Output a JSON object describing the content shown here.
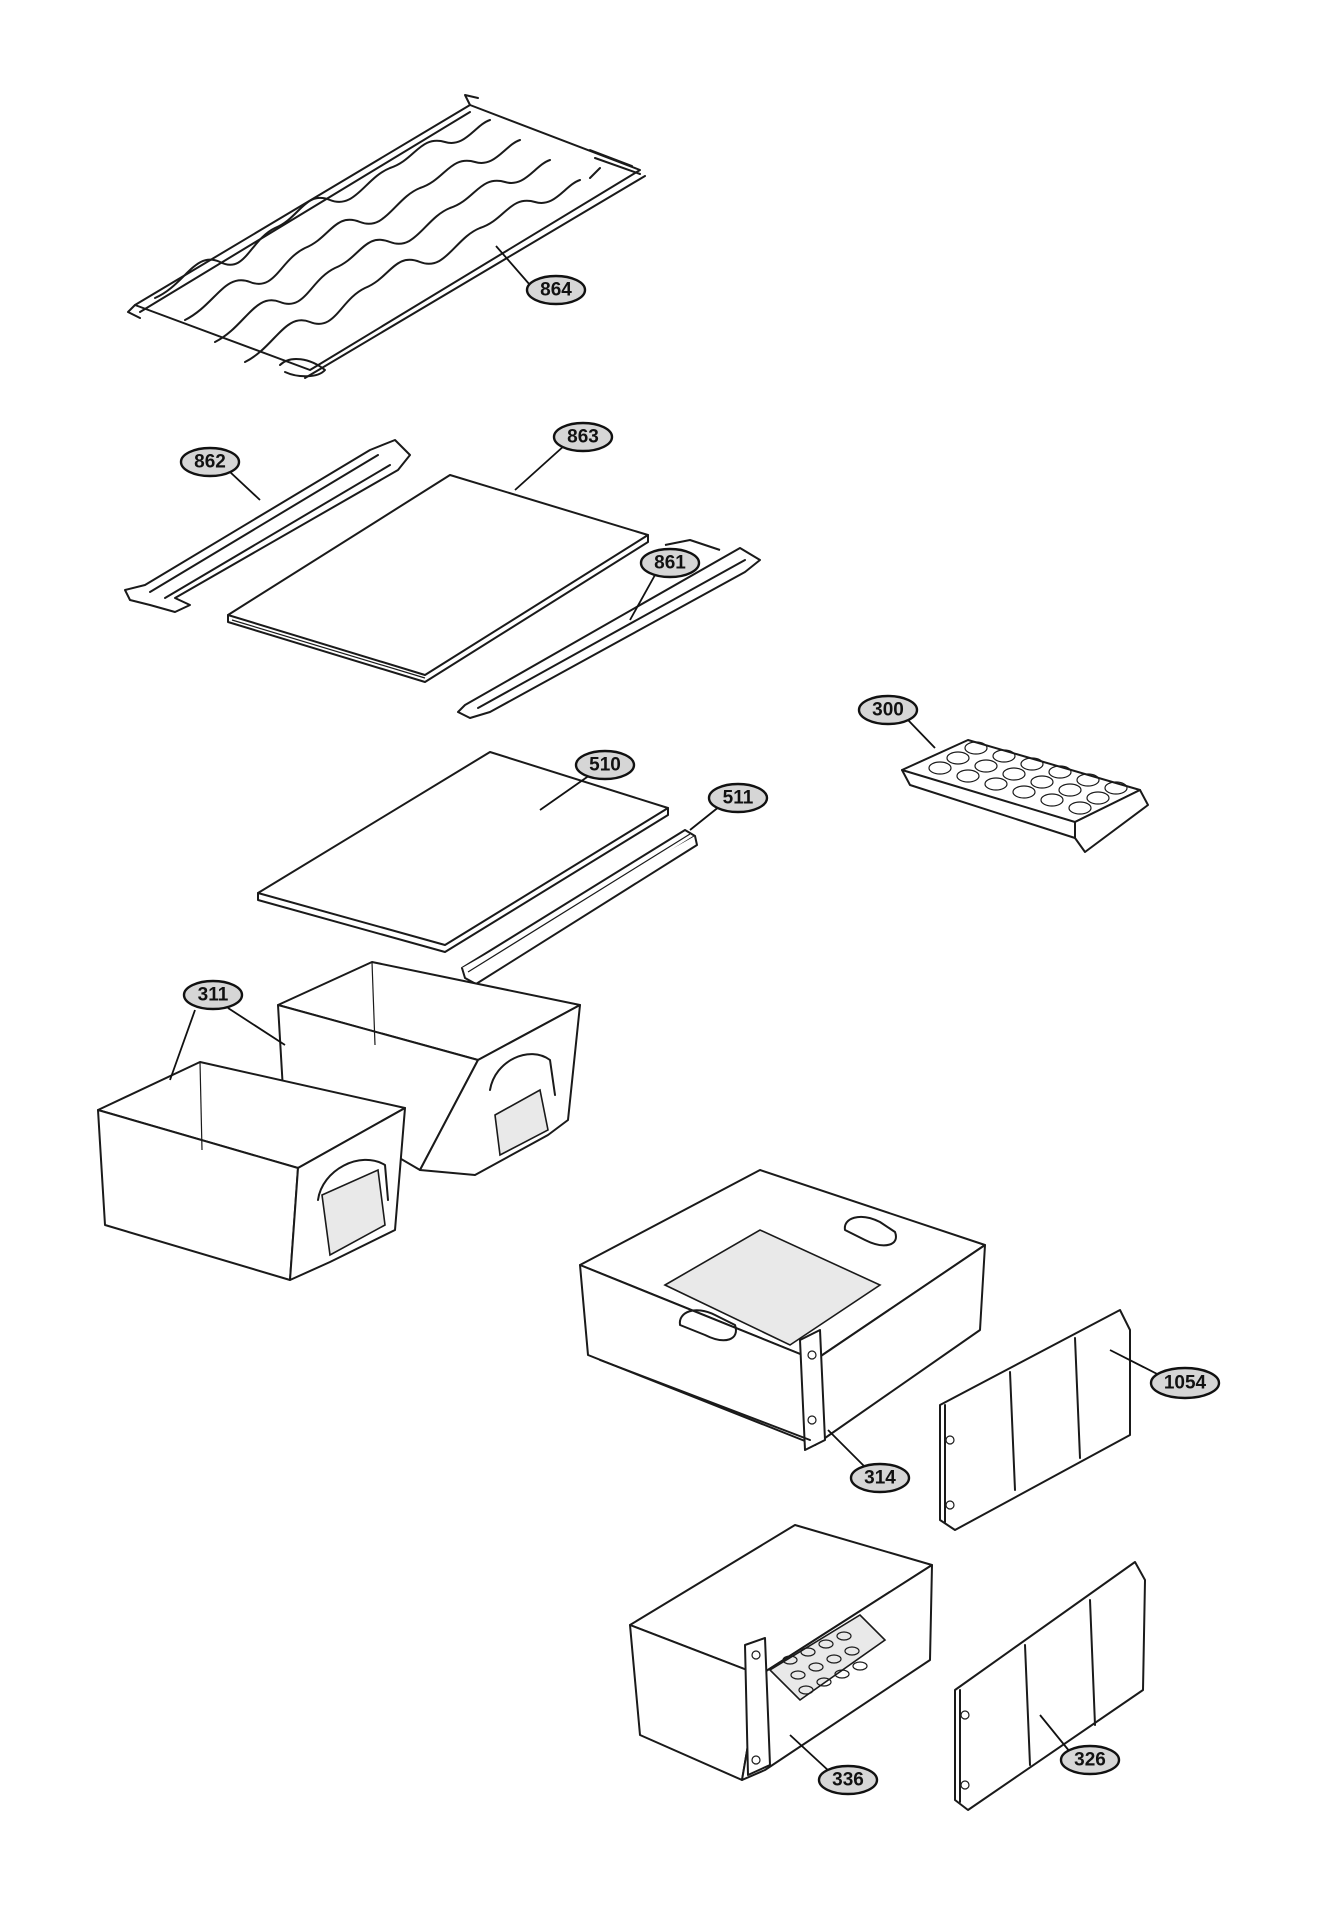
{
  "callouts": {
    "c864": "864",
    "c862": "862",
    "c863": "863",
    "c861": "861",
    "c300": "300",
    "c510": "510",
    "c511": "511",
    "c311": "311",
    "c314": "314",
    "c1054": "1054",
    "c336": "336",
    "c326": "326"
  }
}
